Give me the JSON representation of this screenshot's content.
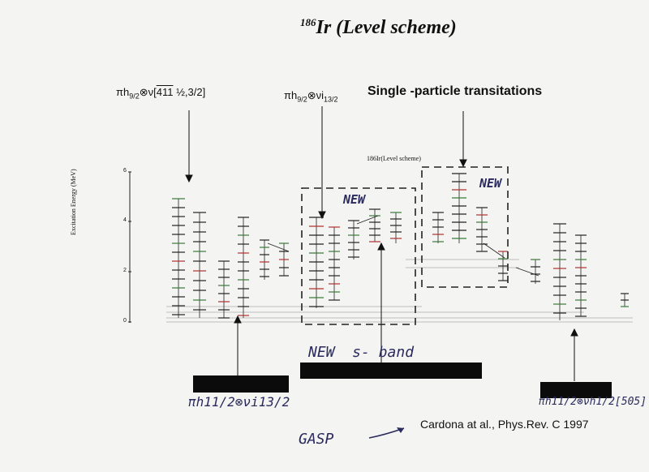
{
  "title": {
    "mass": "186",
    "text": "Ir (Level scheme)"
  },
  "configs": {
    "left": {
      "pre": "πh",
      "sub": "9/2",
      "mid": "⊗ν[",
      "over": "411",
      "post": " ½,3/2]"
    },
    "middle": {
      "pre": "πh",
      "sub": "9/2",
      "mid": "⊗νi",
      "sub2": "13/2"
    }
  },
  "single_particle": "Single -particle transitations",
  "inner_title": "186Ir(Level scheme)",
  "y_axis": {
    "label": "Excitation Energy (MeV)",
    "ticks": [
      "0",
      "2",
      "4",
      "6"
    ]
  },
  "handwritten": {
    "new1": "NEW",
    "new2": "NEW",
    "s_band": "NEW  s- band",
    "band_left": "πh11/2⊗νi13/2",
    "band_right": "πh11/2⊗νh1/2[505]",
    "gasp": "GASP"
  },
  "citation": "Cardona at al., Phys.Rev. C 1997",
  "colors": {
    "ink": "#111111",
    "pen": "#2a2a5e",
    "redaction": "#0b0b0b",
    "level_green": "#3a7a3a",
    "level_red": "#b03030"
  }
}
